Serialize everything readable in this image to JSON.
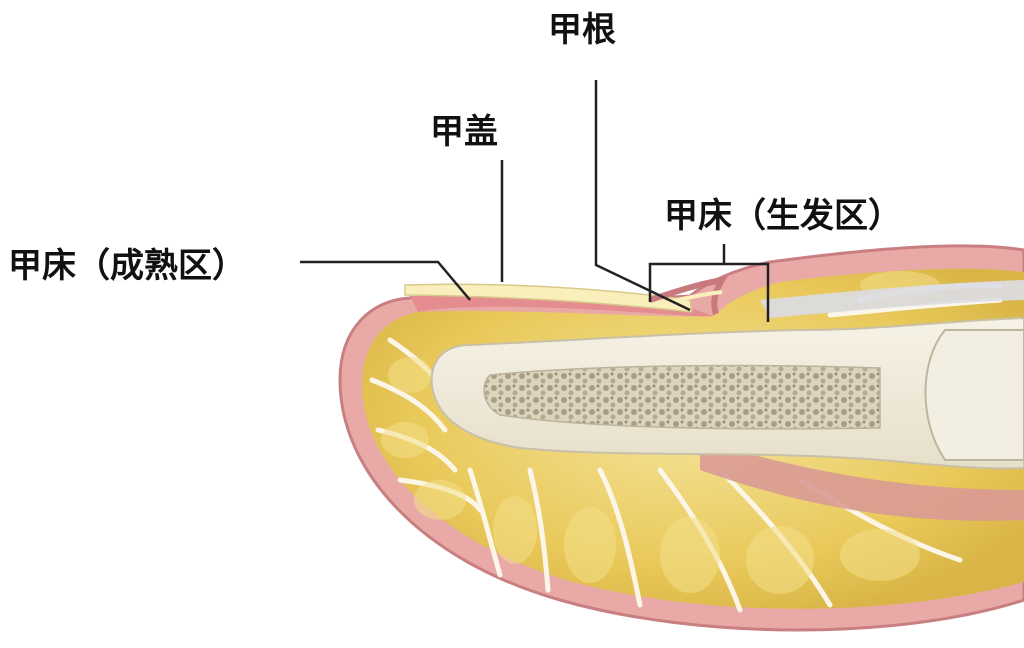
{
  "labels": {
    "nail_root": "甲根",
    "nail_plate": "甲盖",
    "nail_bed_germinal": "甲床（生发区）",
    "nail_bed_mature": "甲床（成熟区）"
  },
  "colors": {
    "skin": "#e8a0a0",
    "skin_dark": "#d98a8c",
    "fat": "#eccf6a",
    "fat_light": "#f3e2a0",
    "bone": "#f1ecdc",
    "marrow": "#b9b09a",
    "nail": "#f7eeb8",
    "leader_line": "#222222"
  }
}
